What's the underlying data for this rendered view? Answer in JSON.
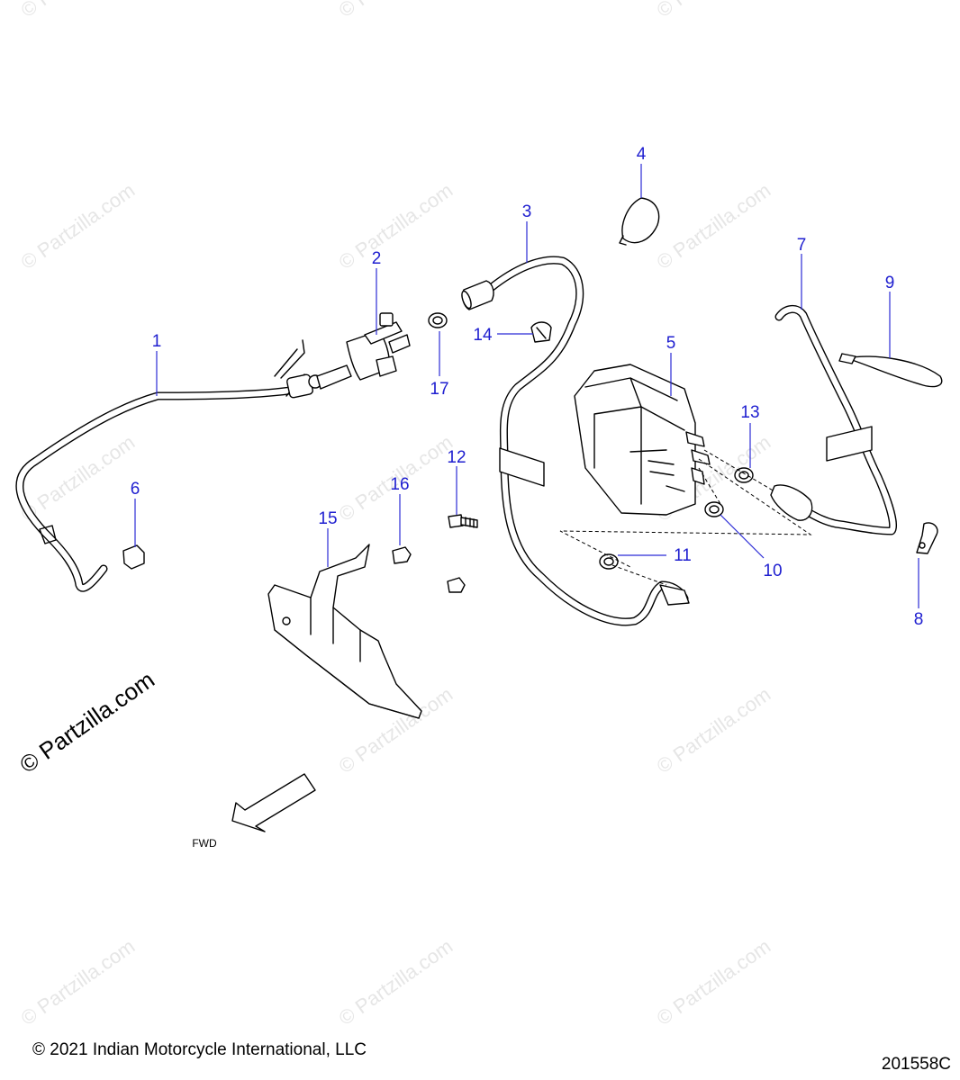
{
  "callouts": [
    "1",
    "2",
    "3",
    "4",
    "5",
    "6",
    "7",
    "8",
    "9",
    "10",
    "11",
    "12",
    "13",
    "14",
    "15",
    "16",
    "17"
  ],
  "fwd_label": "FWD",
  "watermark_text": "© Partzilla.com",
  "copyright": "© 2021 Indian Motorcycle International, LLC",
  "drawing_number": "201558C",
  "colors": {
    "callout": "#2020d0",
    "leader": "#2b2bd6",
    "linework": "#000000",
    "watermark": "#e6e6e6"
  }
}
